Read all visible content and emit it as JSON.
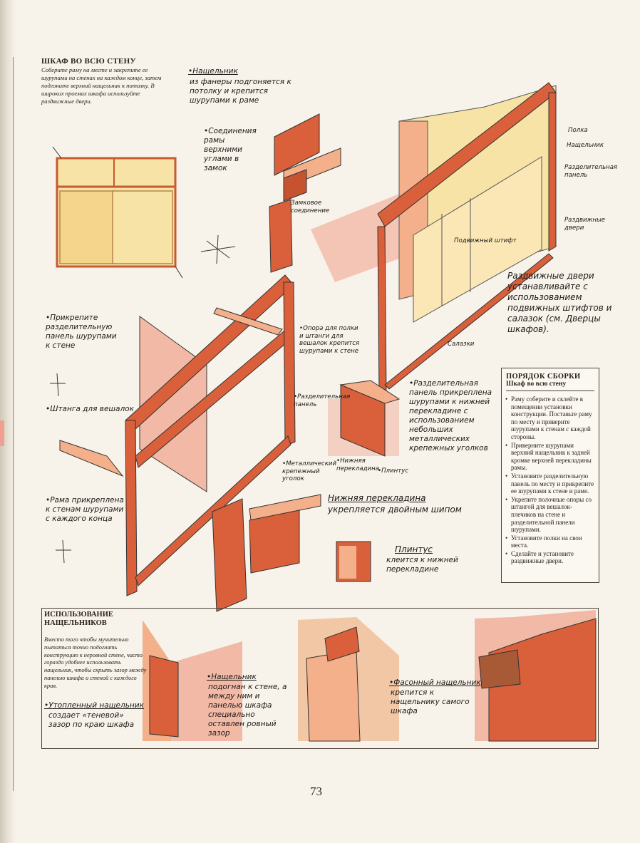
{
  "intro": {
    "title": "ШКАФ ВО ВСЮ СТЕНУ",
    "text": "Соберите раму на месте и закрепите ее шурупами на стенах на каждом конце, затем подгоните верхний нащельник к потолку. В широких проемах шкафа используйте раздвижные двери."
  },
  "labels": {
    "nashchelnik_fanera": "•Нащельник",
    "nashchelnik_fanera_text": "из фанеры подгоняется к потолку и крепится шурупами к раме",
    "soedinenie": "•Соединения рамы верхними углами в замок",
    "zamkovoe": "Замковое соединение",
    "polka": "Полка",
    "nashchelnik": "Нащельник",
    "razdelitelnaya_panel": "Разделительная панель",
    "razdvizhnye_dveri": "Раздвижные двери",
    "podvizhnyi_shtift": "Подвижный штифт",
    "razdvizhnye_ustanovka": "Раздвижные двери устанавливайте с использованием подвижных штифтов и салазок (см. Дверцы шкафов).",
    "salazki": "Салазки",
    "prikrepite_panel": "•Прикрепите разделительную панель шурупами к стене",
    "opora": "•Опора для полки и штанги для вешалок крепится шурупами к стене",
    "shtanga": "•Штанга для вешалок",
    "razd_panel_small": "•Разделительная панель",
    "razd_panel_krepitsya": "•Разделительная панель прикреплена шурупами к нижней перекладине с использованием небольших металлических крепежных уголков",
    "metal_ugolok": "•Металлический крепежный уголок",
    "nizhnyaya_perekladina_small": "•Нижняя перекладина",
    "plintus_small": "•Плинтус",
    "rama_prikreplena": "•Рама прикреплена к стенам шурупами с каждого конца",
    "nizhnyaya_perekladina": "Нижняя перекладина",
    "nizhnyaya_perekladina_text": "укрепляется двойным шипом",
    "plintus": "Плинтус",
    "plintus_text": "клеится к нижней перекладине"
  },
  "procedure": {
    "title": "ПОРЯДОК СБОРКИ",
    "subtitle": "Шкаф во всю стену",
    "steps": [
      "Раму соберите и склейте в помещении установки конструкции. Поставьте раму по месту и привернте шурупами к стенам с каждой стороны.",
      "Приверните шурупами верхний нащельник к задней кромке верхней перекладины рамы.",
      "Установите разделительную панель по месту и прикрепите ее шурупами к стене и раме.",
      "Укрепите полочные опоры со штангой для вешалок-плечиков на стене и разделительной панели шурупами.",
      "Установите полки на свои места.",
      "Сделайте и установите раздвижные двери."
    ]
  },
  "nashchelniki": {
    "title": "ИСПОЛЬЗОВАНИЕ НАЩЕЛЬНИКОВ",
    "text": "Вместо того чтобы мучительно пытаться точно подогнать конструкцию к неровной стене, часто гораздо удобнее использовать нащельник, чтобы скрыть зазор между панелью шкафа и стеной с каждого края.",
    "label1_title": "•Утопленный нащельник",
    "label1_text": "создает «теневой» зазор по краю шкафа",
    "label2_title": "•Нащельник",
    "label2_text": "подогнан к стене, а между ним и панелью шкафа специально оставлен ровный зазор",
    "label3_title": "•Фасонный нащельник",
    "label3_text": "крепится к нащельнику самого шкафа"
  },
  "page_number": "73",
  "colors": {
    "wood": "#d9603a",
    "wood_light": "#f3b08a",
    "panel": "#f7e3a6",
    "pink": "#f2b9a6"
  }
}
